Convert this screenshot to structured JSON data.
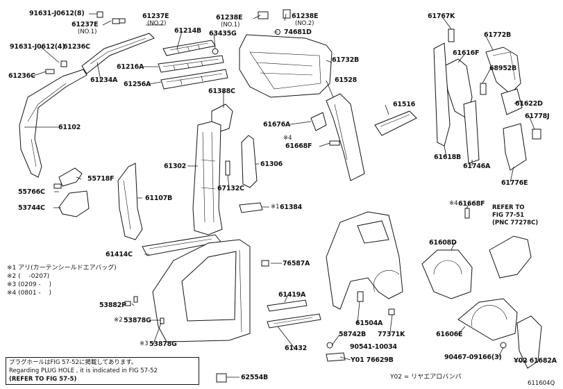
{
  "diagram_id": "611604Q",
  "labels": {
    "p91631_8": "91631-J0612(8)",
    "p91631_4": "91631-J0612(4)",
    "p61237E": "61237E",
    "p61237E_no1": "(NO.1)",
    "p61237E2": "61237E",
    "p61237E2_no2": "(NO.2)",
    "p61214B": "61214B",
    "p63435G": "63435G",
    "p61238E": "61238E",
    "p61238E_no1": "(NO.1)",
    "p61238E2": "61238E",
    "p61238E2_no2": "(NO.2)",
    "p74681D": "74681D",
    "p61732B": "61732B",
    "p61767K": "61767K",
    "p61772B": "61772B",
    "p61616F": "61616F",
    "p68952B": "68952B",
    "p61236C": "61236C",
    "p61236C2": "61236C",
    "p61234A": "61234A",
    "p61216A": "61216A",
    "p61256A": "61256A",
    "p61388C": "61388C",
    "p61528": "61528",
    "p61516": "61516",
    "p61622D": "61622D",
    "p61778J": "61778J",
    "p61102": "61102",
    "p61676A": "61676A",
    "p61668F": "61668F",
    "p61618B": "61618B",
    "p61746A": "61746A",
    "p61776E": "61776E",
    "p61302": "61302",
    "p61306": "61306",
    "p55718F": "55718F",
    "p67132C": "67132C",
    "p55766C": "55766C",
    "p61107B": "61107B",
    "p53744C": "53744C",
    "p61384": "61384",
    "p61668F2": "61668F",
    "p61608D": "61608D",
    "p61414C": "61414C",
    "p76587A": "76587A",
    "p61419A": "61419A",
    "p53882P": "53882P",
    "p53878G": "53878G",
    "p53878G2": "53878G",
    "p58742B": "58742B",
    "p61504A": "61504A",
    "p77371K": "77371K",
    "p61432": "61432",
    "p90541": "90541-10034",
    "p61606E": "61606E",
    "pY01": "Y01 76629B",
    "p90467": "90467-09166(3)",
    "pY02": "Y02 61682A",
    "p62554B": "62554B"
  },
  "marks": {
    "m4": "※4",
    "m4b": "※4",
    "m1": "※1",
    "m2": "※2",
    "m3": "※3"
  },
  "footnotes": [
    "※1 アリ(カーテンシールドエアバッグ)",
    "※2 (　 -0207)",
    "※3 (0209 -　 )",
    "※4 (0801 -　 )"
  ],
  "refer": [
    "REFER TO",
    "FIG 77-51",
    "(PNC 77278C)"
  ],
  "note": {
    "line1": "プラグホールはFIG 57-52に掲載してあります。",
    "line2": "Regarding PLUG HOLE , it is indicated in FIG 57-52",
    "line3": "(REFER TO FIG 57-5)"
  },
  "legend": "Y02 = リヤエアロバンパ"
}
